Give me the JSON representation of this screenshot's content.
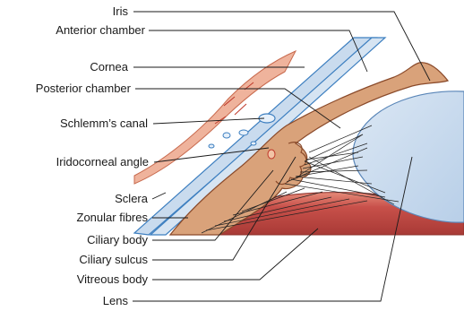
{
  "labels": {
    "iris": "Iris",
    "anterior_chamber": "Anterior chamber",
    "cornea": "Cornea",
    "posterior_chamber": "Posterior chamber",
    "schlemms_canal": "Schlemm’s canal",
    "iridocorneal_angle": "Iridocorneal angle",
    "sclera": "Sclera",
    "zonular_fibres": "Zonular fibres",
    "ciliary_body": "Ciliary body",
    "ciliary_sulcus": "Ciliary sulcus",
    "vitreous_body": "Vitreous body",
    "lens": "Lens"
  },
  "colors": {
    "cornea_fill": "#c9dbee",
    "cornea_edge": "#3d7fc0",
    "conjunctiva": "#e8a58c",
    "iris_fill": "#d9a27a",
    "iris_edge": "#8a4a2a",
    "vitreous_red": "#c8504a",
    "lens_fill": "#c6d9ee",
    "zonule_line": "#222222"
  }
}
